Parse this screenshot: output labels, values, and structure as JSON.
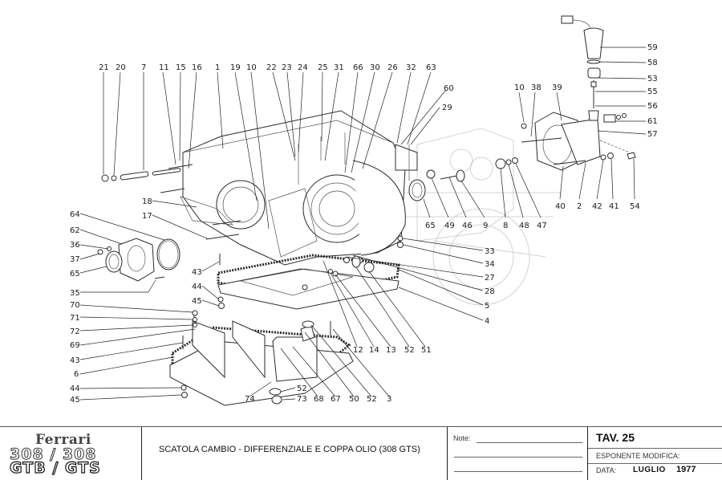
{
  "document": {
    "brand": "Ferrari",
    "model_line1": "308 / 308",
    "model_line2": "GTB / GTS",
    "title": "SCATOLA CAMBIO - DIFFERENZIALE E COPPA OLIO (308 GTS)",
    "notes_label": "Note:",
    "table_number": "TAV. 25",
    "revision_label": "ESPONENTE MODIFICA:",
    "date_label": "DATA:",
    "date_month": "LUGLIO",
    "date_year": "1977"
  },
  "callouts": {
    "top_row": [
      "21",
      "20",
      "7",
      "11",
      "15",
      "16",
      "1",
      "19",
      "10",
      "22",
      "23",
      "24",
      "25",
      "31",
      "66",
      "30",
      "26",
      "32",
      "63"
    ],
    "right_cluster_top": [
      "60",
      "29"
    ],
    "shift_assembly": [
      "59",
      "58",
      "53",
      "55",
      "56",
      "61",
      "57"
    ],
    "cover_top": [
      "10",
      "38",
      "39"
    ],
    "cover_bottom": [
      "40",
      "2",
      "42",
      "41",
      "54"
    ],
    "mid_right": [
      "65",
      "49",
      "46",
      "9",
      "8",
      "48",
      "47"
    ],
    "left_column": [
      "18",
      "17",
      "64",
      "62",
      "36",
      "37",
      "65",
      "35",
      "70",
      "71",
      "72",
      "69",
      "43",
      "6",
      "44",
      "45"
    ],
    "center_left": [
      "43",
      "44",
      "45"
    ],
    "right_column": [
      "33",
      "34",
      "27",
      "28",
      "5",
      "4"
    ],
    "pan_bottom_row": [
      "12",
      "14",
      "13",
      "52",
      "51"
    ],
    "sump_bottom": [
      "74",
      "52",
      "73",
      "68",
      "67",
      "50",
      "52",
      "3"
    ]
  }
}
